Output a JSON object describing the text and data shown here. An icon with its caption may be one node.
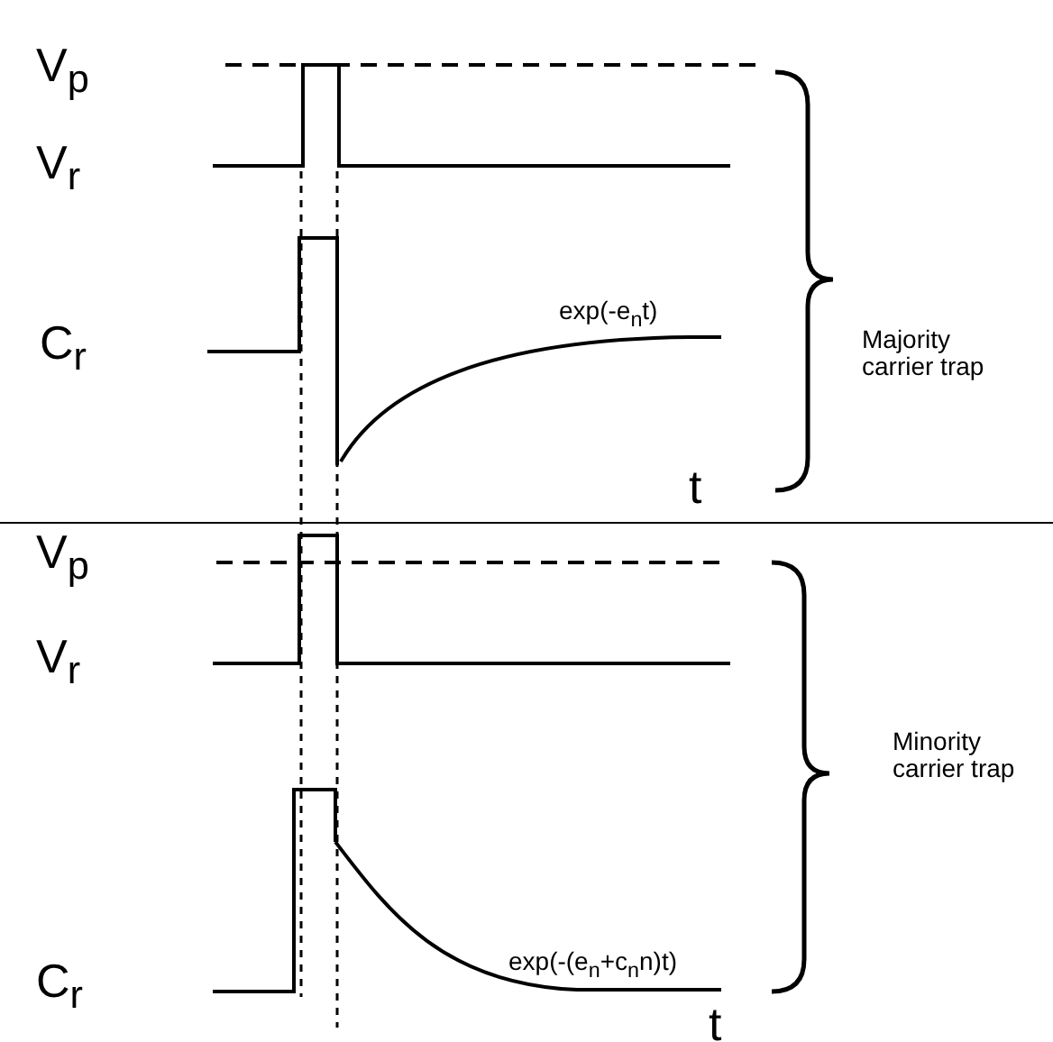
{
  "diagram": {
    "labels": [
      "V$_{p}$",
      "V$_{r}$",
      "C$_{r}$",
      "exp(-e$_{n}$t)",
      "t",
      "Majority carrier trap",
      "V$_{p}$",
      "V$_{r}$",
      "C$_{r}$",
      "exp(-(e$_{n}$+c$_{n}$n)t)",
      "t",
      "Minority carrier trap"
    ]
  }
}
